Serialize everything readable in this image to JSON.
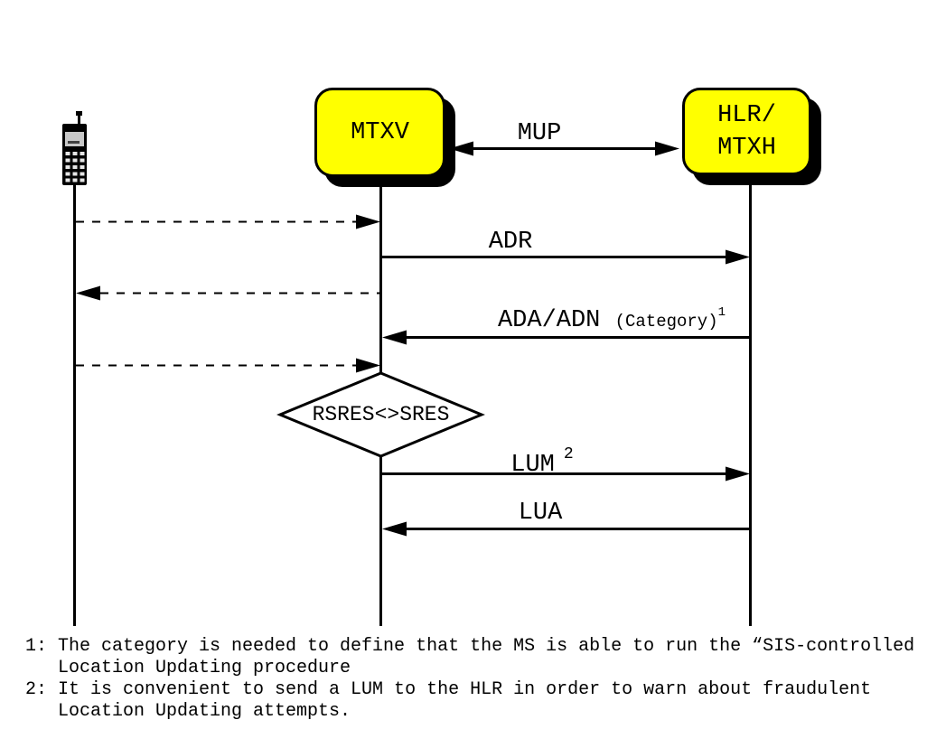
{
  "colors": {
    "background": "#ffffff",
    "box_fill": "#ffff00",
    "box_border": "#000000",
    "box_shadow": "#000000",
    "line": "#000000",
    "phone_screen": "#c8c8c8"
  },
  "actors": {
    "ms": {
      "icon": "mobile-phone-icon"
    },
    "mtxv": {
      "label": "MTXV"
    },
    "hlr": {
      "label_line1": "HLR/",
      "label_line2": "MTXH"
    }
  },
  "messages": {
    "mup": {
      "label": "MUP"
    },
    "adr": {
      "label": "ADR"
    },
    "ada": {
      "label": "ADA/ADN",
      "qualifier": "(Category)",
      "footnote_ref": "1"
    },
    "lum": {
      "label": "LUM",
      "footnote_ref": "2"
    },
    "lua": {
      "label": "LUA"
    },
    "decision": {
      "label": "RSRES<>SRES"
    }
  },
  "footnotes": [
    {
      "num": "1:",
      "line1": "The category is needed to define that the MS is able to run the “SIS-controlled",
      "line2": "Location Updating procedure"
    },
    {
      "num": "2:",
      "line1": "It is convenient to send a LUM to the HLR in order to warn about fraudulent",
      "line2": "Location Updating attempts."
    }
  ]
}
